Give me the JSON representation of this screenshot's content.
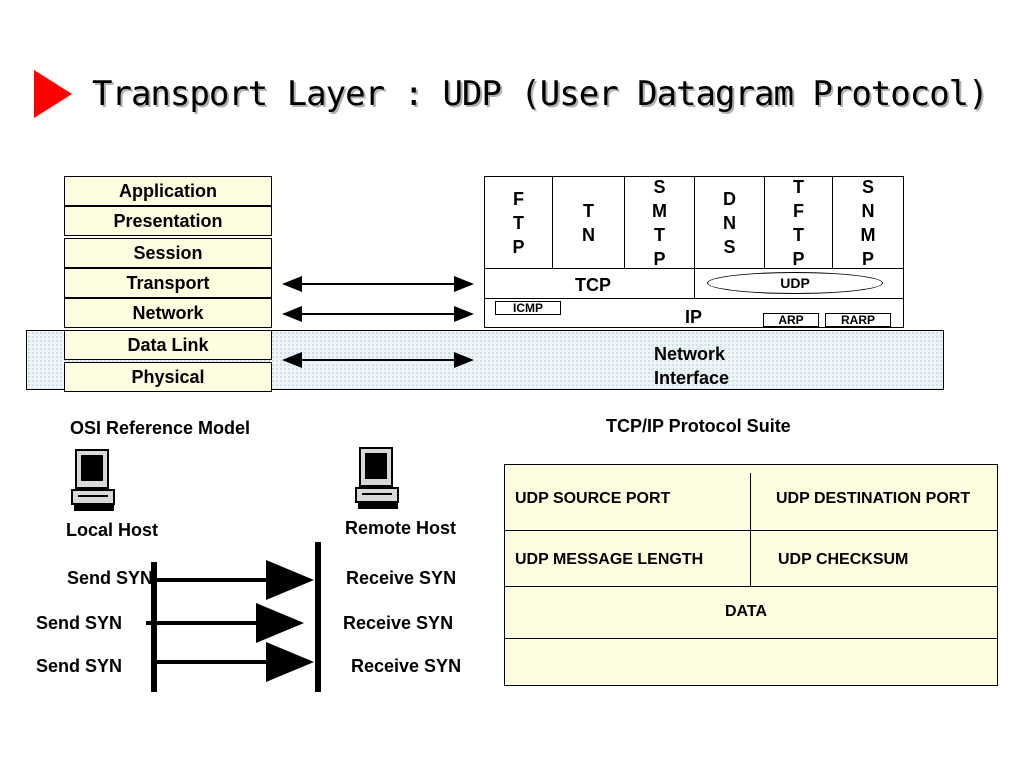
{
  "title": "Transport Layer : UDP (User Datagram Protocol)",
  "osi": {
    "layers": [
      "Application",
      "Presentation",
      "Session",
      "Transport",
      "Network",
      "Data Link",
      "Physical"
    ],
    "caption": "OSI Reference Model"
  },
  "suite": {
    "apps": [
      "F\nT\nP",
      "T\nN",
      "S\nM\nT\nP",
      "D\nN\nS",
      "T\nF\nT\nP",
      "S\nN\nM\nP"
    ],
    "tcp": "TCP",
    "udp": "UDP",
    "icmp": "ICMP",
    "ip": "IP",
    "arp": "ARP",
    "rarp": "RARP",
    "network_interface": "Network\nInterface",
    "caption": "TCP/IP Protocol Suite"
  },
  "hosts": {
    "local": "Local Host",
    "remote": "Remote Host",
    "send": [
      "Send SYN",
      "Send SYN",
      "Send SYN"
    ],
    "receive": [
      "Receive SYN",
      "Receive SYN",
      "Receive SYN"
    ]
  },
  "header": {
    "source_port": "UDP SOURCE PORT",
    "dest_port": "UDP DESTINATION PORT",
    "length": "UDP MESSAGE LENGTH",
    "checksum": "UDP CHECKSUM",
    "data": "DATA"
  },
  "colors": {
    "accent": "#ff0000",
    "cell_fill": "#fffde0"
  }
}
